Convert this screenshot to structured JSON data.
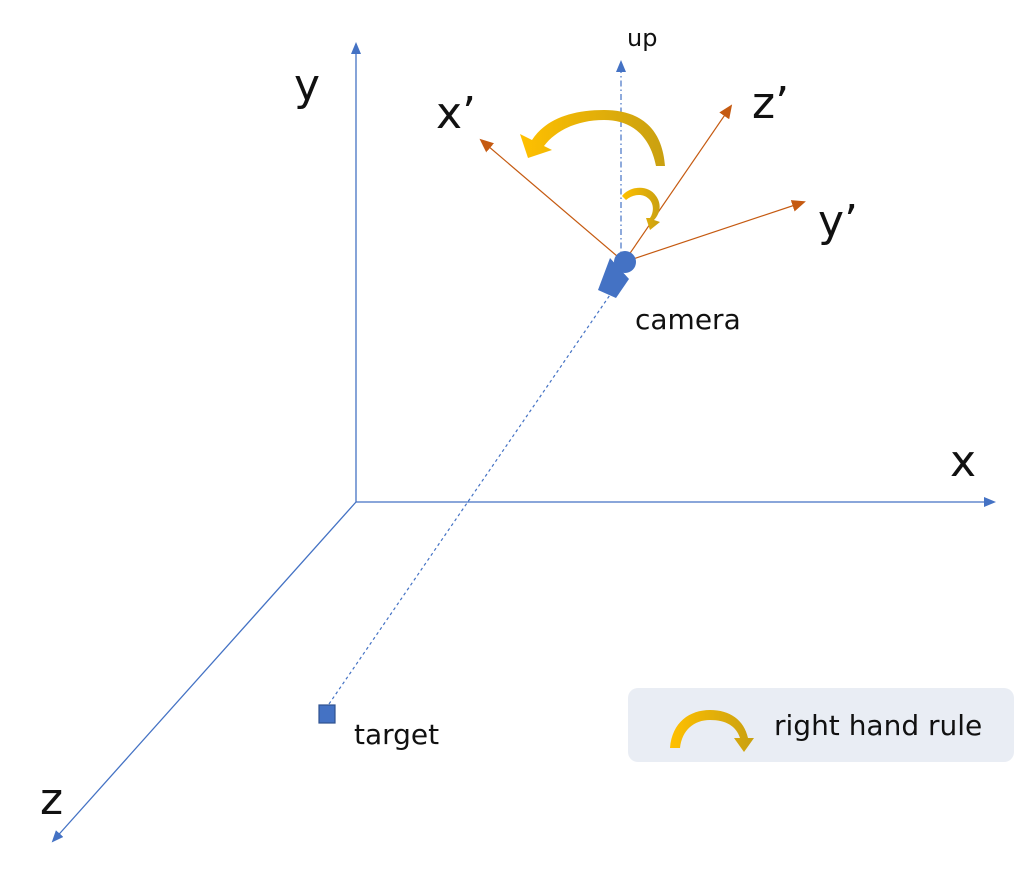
{
  "world_axes": {
    "x_label": "x",
    "y_label": "y",
    "z_label": "z"
  },
  "camera_axes": {
    "x_label": "x’",
    "y_label": "y’",
    "z_label": "z’",
    "up_label": "up"
  },
  "labels": {
    "camera": "camera",
    "target": "target"
  },
  "legend": {
    "text": "right hand rule"
  },
  "colors": {
    "world_axis": "#4472c4",
    "camera_axis": "#c55a11",
    "rotation_arrow": "#ffc000",
    "rotation_arrow_dark": "#c9a011",
    "legend_bg": "#e9edf4",
    "camera_body": "#4472c4",
    "target_marker": "#4472c4"
  }
}
